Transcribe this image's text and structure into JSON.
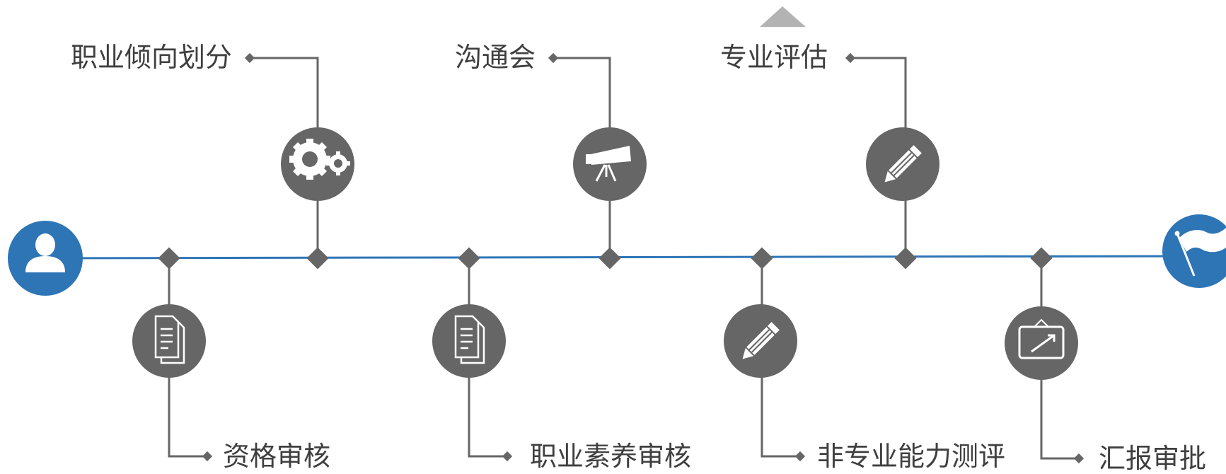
{
  "diagram": {
    "colors": {
      "timeline": "#2e75b6",
      "connector": "#666666",
      "node": "#666666",
      "endpoint": "#2e75b6",
      "scroll_indicator": "#b3b3b3",
      "text": "#3f3f3f"
    },
    "start_icon": "user-icon",
    "end_icon": "flag-icon",
    "top_steps": [
      {
        "label": "职业倾向划分",
        "icon": "gears-icon"
      },
      {
        "label": "沟通会",
        "icon": "telescope-icon"
      },
      {
        "label": "专业评估",
        "icon": "pencil-icon"
      }
    ],
    "bottom_steps": [
      {
        "label": "资格审核",
        "icon": "document-icon"
      },
      {
        "label": "职业素养审核",
        "icon": "document-icon"
      },
      {
        "label": "非专业能力测评",
        "icon": "pencil-icon"
      },
      {
        "label": "汇报审批",
        "icon": "presentation-board-icon"
      }
    ]
  }
}
